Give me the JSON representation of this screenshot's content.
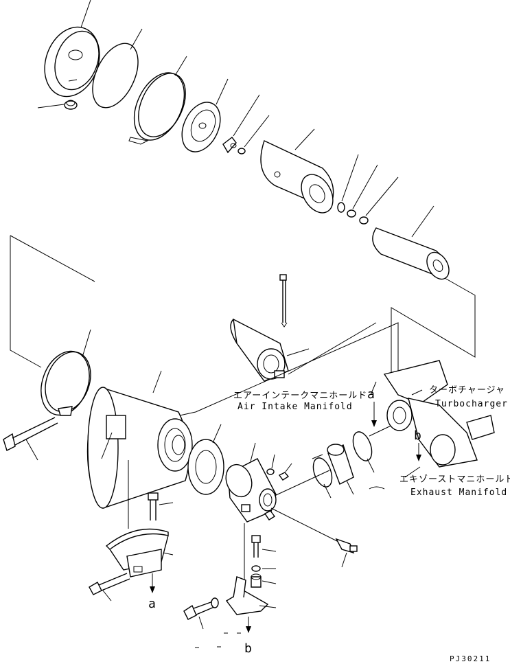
{
  "labels": {
    "intake_jp": "エアーインテークマニホールド",
    "intake_en": "Air Intake Manifold",
    "turbo_jp": "ターボチャージャ",
    "turbo_en": "Turbocharger",
    "exhaust_jp": "エキゾーストマニホールド",
    "exhaust_en": "Exhaust Manifold"
  },
  "callouts": {
    "a_top": "a",
    "b_top": "b",
    "a_bottom": "a",
    "b_bottom": "b"
  },
  "drawing_code": "PJ30211"
}
